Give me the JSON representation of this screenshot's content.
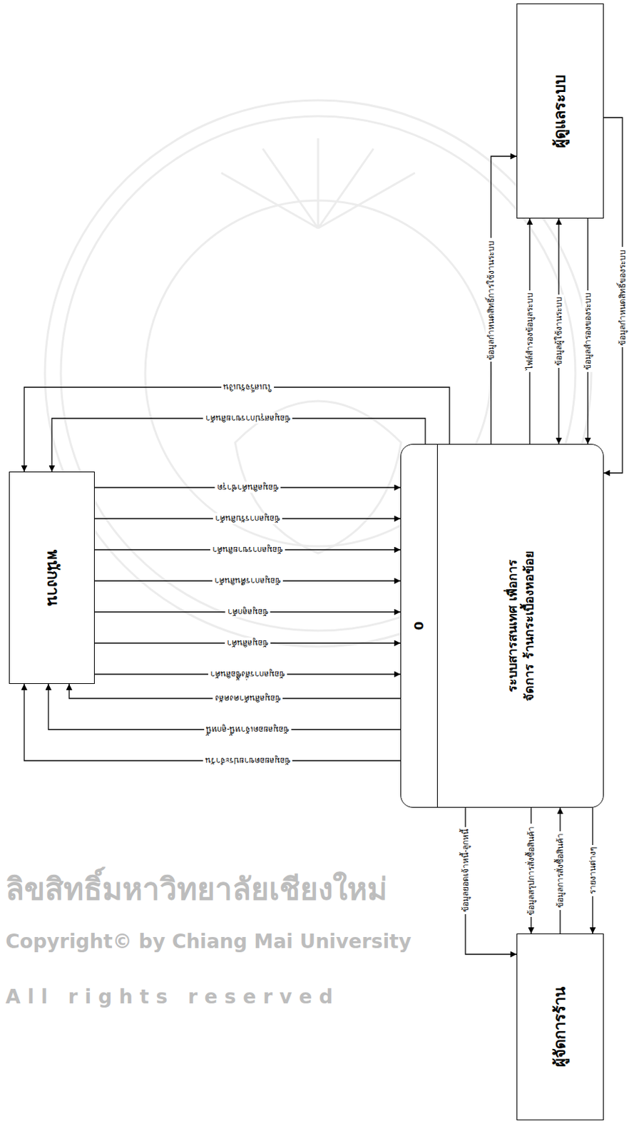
{
  "diagram": {
    "nodes": [
      {
        "text": [
          "ผู้ดูแลระบบ"
        ]
      },
      {
        "text": [
          "พนักงาน"
        ]
      },
      {
        "text": [
          "0",
          "ระบบสารสนเทศ เพื่อการจัดการ ร้านกระเบื้องหอข้อย"
        ]
      },
      {
        "text": [
          "ผู้จัดการร้าน"
        ]
      }
    ],
    "edges": [
      {
        "from": 2,
        "to": 1,
        "label": "ใบเสร็จรับเงิน",
        "arrow": "to"
      },
      {
        "from": 2,
        "to": 1,
        "label": "ข้อมูลสรุปการขายสินค้า",
        "arrow": "to"
      },
      {
        "from": 1,
        "to": 2,
        "label": "ข้อมูลสินค้าชำรุด",
        "arrow": "to"
      },
      {
        "from": 1,
        "to": 2,
        "label": "ข้อมูลการรับสินค้า",
        "arrow": "to"
      },
      {
        "from": 1,
        "to": 2,
        "label": "ข้อมูลการขายสินค้า",
        "arrow": "to"
      },
      {
        "from": 1,
        "to": 2,
        "label": "ข้อมูลการคืนสินค้า",
        "arrow": "to"
      },
      {
        "from": 1,
        "to": 2,
        "label": "ข้อมูลลูกค้า",
        "arrow": "to"
      },
      {
        "from": 1,
        "to": 2,
        "label": "ข้อมูลสินค้า",
        "arrow": "to"
      },
      {
        "from": 1,
        "to": 2,
        "label": "ข้อมูลการสั่งซื้อสินค้า",
        "arrow": "to"
      },
      {
        "from": 2,
        "to": 1,
        "label": "ข้อมูลสินค้าคงคลัง",
        "arrow": "to"
      },
      {
        "from": 2,
        "to": 1,
        "label": "ข้อมูลยอดเจ้าหนี้-ลูกหนี้",
        "arrow": "to"
      },
      {
        "from": 2,
        "to": 1,
        "label": "ข้อมูลยอดขายประจำวัน",
        "arrow": "to"
      },
      {
        "from": 2,
        "to": 0,
        "label": "ข้อมูลกำหนดสิทธิ์การใช้งานระบบ",
        "arrow": "to"
      },
      {
        "from": 2,
        "to": 0,
        "label": "ไฟล์สำรองข้อมูลระบบ",
        "arrow": "to"
      },
      {
        "from": 2,
        "to": 0,
        "label": "ข้อมูลผู้ใช้งานระบบ",
        "arrow": "both"
      },
      {
        "from": 0,
        "to": 2,
        "label": "ข้อมูลสำรองของระบบ",
        "arrow": "to"
      },
      {
        "from": 0,
        "to": 2,
        "label": "ข้อมูลกำหนดสิทธิ์ของระบบ",
        "arrow": "to"
      },
      {
        "from": 2,
        "to": 3,
        "label": "ข้อมูลยอดเจ้าหนี้-ลูกหนี้",
        "arrow": "to"
      },
      {
        "from": 2,
        "to": 3,
        "label": "ข้อมูลสรุปการสั่งซื้อสินค้า",
        "arrow": "to"
      },
      {
        "from": 3,
        "to": 2,
        "label": "ข้อมูลการสั่งซื้อสินค้า",
        "arrow": "to"
      },
      {
        "from": 2,
        "to": 3,
        "label": "รายงานต่างๆ",
        "arrow": "to"
      }
    ],
    "labels": [
      "ลิขสิทธิ์มหาวิทยาลัยเชียงใหม่",
      "Copyright© by Chiang Mai University",
      "All rights reserved"
    ]
  }
}
